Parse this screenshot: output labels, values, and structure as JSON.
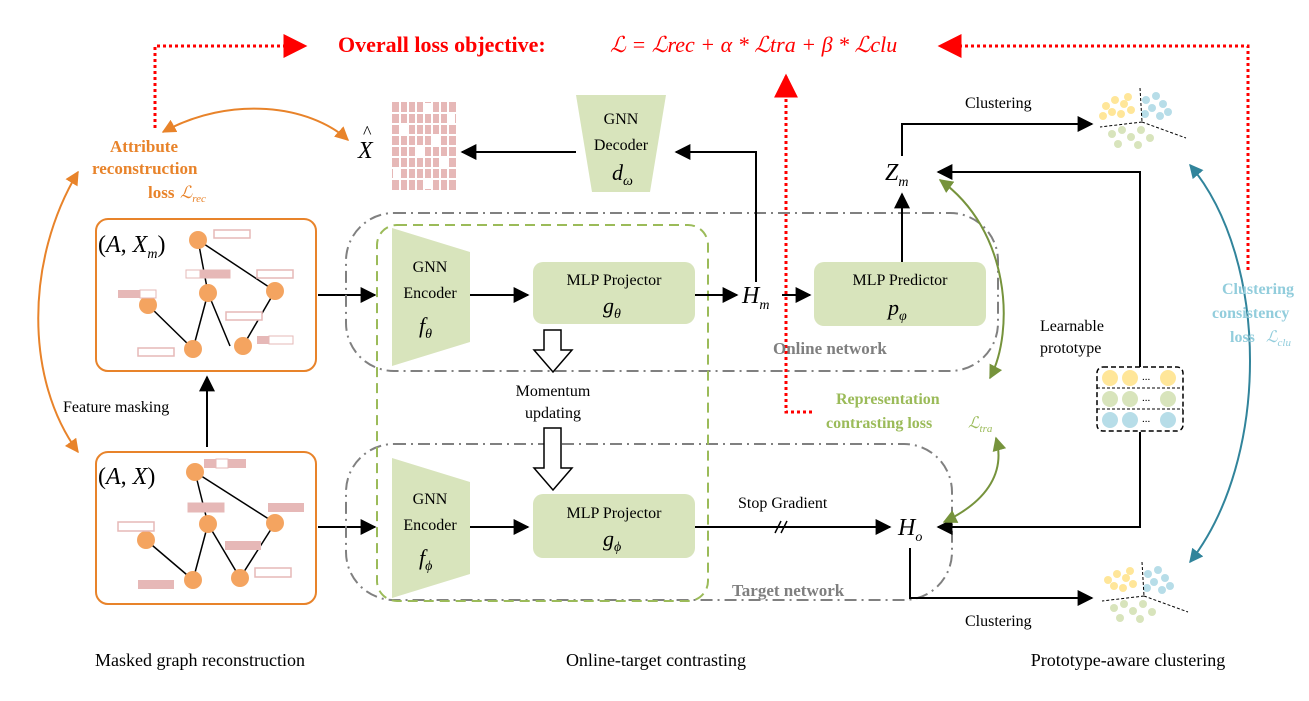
{
  "title": {
    "prefix": "Overall loss objective:",
    "formula": "ℒ = ℒrec + α * ℒtra + β * ℒclu"
  },
  "sections": {
    "left": "Masked graph reconstruction",
    "middle": "Online-target contrasting",
    "right": "Prototype-aware clustering"
  },
  "losses": {
    "attribute_1": "Attribute",
    "attribute_2": "reconstruction",
    "attribute_3": "loss",
    "representation_1": "Representation",
    "representation_2": "contrasting loss",
    "clustering_1": "Clustering",
    "clustering_2": "consistency",
    "clustering_3": "loss"
  },
  "graphs": {
    "masked_label": "(A, X",
    "masked_sub": "m",
    "original_label": "(A, X)",
    "feature_masking": "Feature masking"
  },
  "modules": {
    "decoder_1": "GNN",
    "decoder_2": "Decoder",
    "decoder_sym": "d",
    "decoder_sub": "ω",
    "online_encoder_1": "GNN",
    "online_encoder_2": "Encoder",
    "online_encoder_sym": "f",
    "online_encoder_sub": "θ",
    "online_projector": "MLP Projector",
    "online_projector_sym": "g",
    "online_projector_sub": "θ",
    "predictor": "MLP Predictor",
    "predictor_sym": "p",
    "predictor_sub": "φ",
    "target_encoder_1": "GNN",
    "target_encoder_2": "Encoder",
    "target_encoder_sym": "f",
    "target_encoder_sub": "ϕ",
    "target_projector": "MLP Projector",
    "target_projector_sym": "g",
    "target_projector_sub": "ϕ"
  },
  "nodes": {
    "xhat": "X",
    "h_m": "H",
    "h_m_sub": "m",
    "z_m": "Z",
    "z_m_sub": "m",
    "h_o": "H",
    "h_o_sub": "o"
  },
  "networks": {
    "online": "Online network",
    "target": "Target network"
  },
  "labels": {
    "momentum_1": "Momentum",
    "momentum_2": "updating",
    "stop_gradient": "Stop Gradient",
    "clustering_top": "Clustering",
    "clustering_bottom": "Clustering",
    "learnable_1": "Learnable",
    "learnable_2": "prototype",
    "ellipsis": "..."
  },
  "colors": {
    "orange": "#E8832A",
    "red": "#FF0000",
    "olive": "#76933C",
    "teal": "#31849B",
    "light_blue": "#92CDDC",
    "module_green": "#D8E4BC",
    "node_orange": "#F4A460",
    "feature_pink": "#E6B8B7",
    "gray": "#808080"
  }
}
